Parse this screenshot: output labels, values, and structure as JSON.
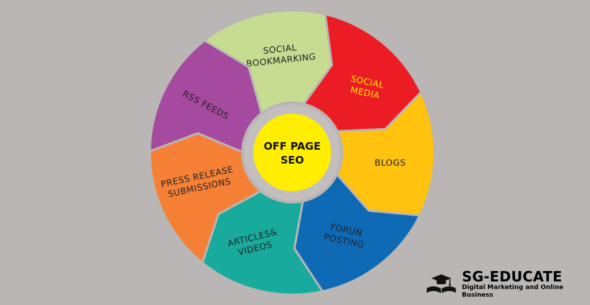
{
  "center": {
    "lines": [
      "OFF PAGE",
      "SEO"
    ],
    "color": "#ffee00"
  },
  "segments": [
    {
      "lines": [
        "SOCIAL",
        "BOOKMARKING"
      ],
      "color": "#c6dc91",
      "text_color": "#222222"
    },
    {
      "lines": [
        "SOCIAL",
        "MEDIA"
      ],
      "color": "#ec1c24",
      "text_color": "#ffee00"
    },
    {
      "lines": [
        "BLOGS"
      ],
      "color": "#fec20f",
      "text_color": "#222222"
    },
    {
      "lines": [
        "FORUN",
        "POSTING"
      ],
      "color": "#0e6ab5",
      "text_color": "#222222"
    },
    {
      "lines": [
        "ARTICLES&",
        "VIDEOS"
      ],
      "color": "#17aa9d",
      "text_color": "#222222"
    },
    {
      "lines": [
        "PRESS RELEASE",
        "SUBMISSIONS"
      ],
      "color": "#f58036",
      "text_color": "#222222"
    },
    {
      "lines": [
        "RSS FEEDS"
      ],
      "color": "#a54a9e",
      "text_color": "#222222"
    }
  ],
  "brand": {
    "name": "SG-EDUCATE",
    "tagline": "Digital Marketing and Online Business",
    "logo_icon": "graduation-cap-book-icon"
  }
}
